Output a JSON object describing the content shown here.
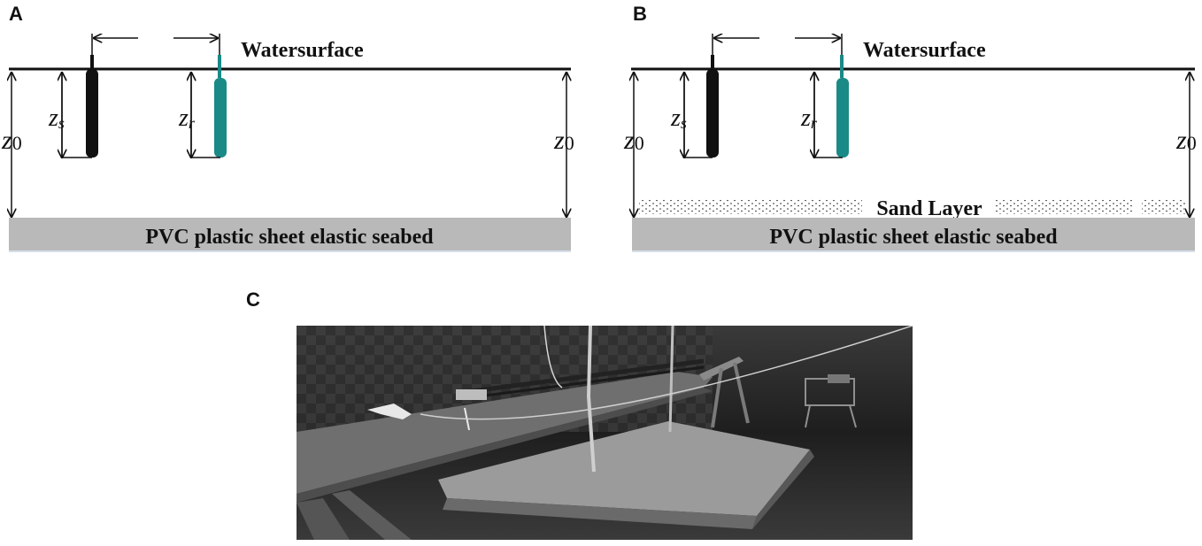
{
  "figure": {
    "panel_a": {
      "letter": "A",
      "water_label": "Watersurface",
      "zs_label": "z",
      "zs_sub": "s",
      "zr_label": "z",
      "zr_sub": "r",
      "z0_label": "z",
      "z0_sub": "0",
      "seabed_label": "PVC plastic sheet elastic seabed"
    },
    "panel_b": {
      "letter": "B",
      "water_label": "Watersurface",
      "zs_label": "z",
      "zs_sub": "s",
      "zr_label": "z",
      "zr_sub": "r",
      "z0_label": "z",
      "z0_sub": "0",
      "sand_label": "Sand Layer",
      "seabed_label": "PVC plastic sheet elastic seabed"
    },
    "panel_c": {
      "letter": "C"
    },
    "colors": {
      "source": "#111111",
      "receiver": "#1a8a86",
      "seabed": "#b9b9b9",
      "line": "#111111"
    }
  }
}
